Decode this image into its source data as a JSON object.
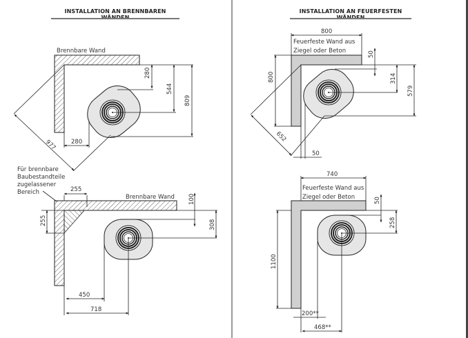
{
  "panels": {
    "left": {
      "title": "INSTALLATION AN BRENNBAREN WÄNDEN",
      "top_diagram": {
        "wall_label": "Brennbare Wand",
        "dims": {
          "d280_top": "280",
          "d544": "544",
          "d809": "809",
          "d280_side": "280",
          "d977": "977"
        }
      },
      "bottom_diagram": {
        "zone_label": [
          "Für brennbare",
          "Baubestandteile",
          "zugelassener",
          "Bereich"
        ],
        "wall_label": "Brennbare Wand",
        "dims": {
          "d255_h": "255",
          "d255_v": "255",
          "d100": "100",
          "d308": "308",
          "d450": "450",
          "d718": "718"
        }
      }
    },
    "right": {
      "title": "INSTALLATION AN FEUERFESTEN WÄNDEN",
      "top_diagram": {
        "wall_label": [
          "Feuerfeste Wand aus",
          "Ziegel oder Beton"
        ],
        "dims": {
          "d800_h": "800",
          "d800_v": "800",
          "d50_top": "50",
          "d314": "314",
          "d579": "579",
          "d652": "652",
          "d50_bottom": "50"
        }
      },
      "bottom_diagram": {
        "wall_label": [
          "Feuerfeste Wand aus",
          "Ziegel oder Beton"
        ],
        "dims": {
          "d740": "740",
          "d50": "50",
          "d258": "258",
          "d1100": "1100",
          "d200": "200**",
          "d468": "468**"
        }
      }
    }
  },
  "colors": {
    "wall_fill": "#d0d0d0",
    "stove_fill": "#e6e6e6",
    "line": "#222222",
    "rule": "#777777"
  }
}
